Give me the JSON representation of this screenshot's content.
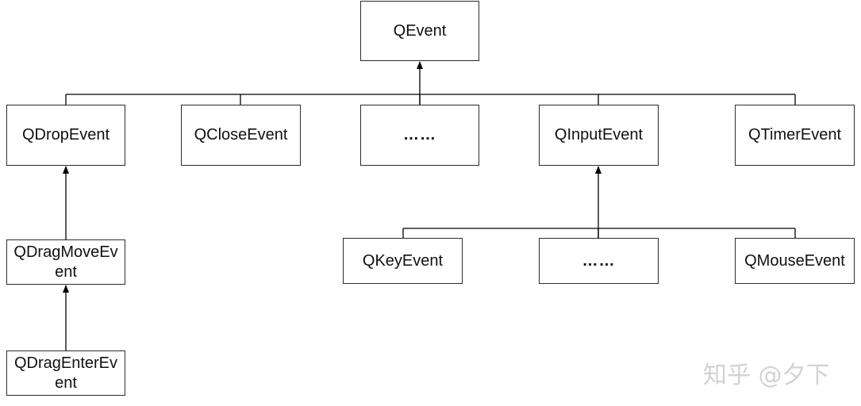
{
  "nodes": {
    "qevent": "QEvent",
    "qdropevent": "QDropEvent",
    "qcloseevent": "QCloseEvent",
    "ellipsis_top": "……",
    "qinputevent": "QInputEvent",
    "qtimerevent": "QTimerEvent",
    "qdragmoveevent": "QDragMoveEvent",
    "qkeyevent": "QKeyEvent",
    "ellipsis_bottom": "……",
    "qmouseevent": "QMouseEvent",
    "qdragenterevent": "QDragEnterEvent"
  },
  "watermark": "知乎 @夕下"
}
